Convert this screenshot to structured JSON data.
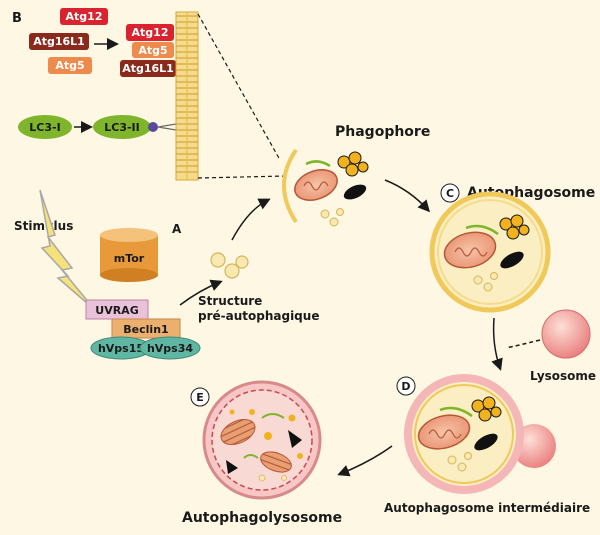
{
  "labels": {
    "b": "B",
    "a": "A",
    "c": "C",
    "d": "D",
    "e": "E",
    "stimulus": "Stimulus",
    "mtor": "mTor",
    "uvrag": "UVRAG",
    "beclin": "Beclin1",
    "hvps15": "hVps15",
    "hvps34": "hVps34",
    "structure1": "Structure",
    "structure2": "pré-autophagique",
    "phagophore": "Phagophore",
    "autophagosome": "Autophagosome",
    "lysosome": "Lysosome",
    "intermediaire": "Autophagosome intermédiaire",
    "autophagolysosome": "Autophagolysosome",
    "atg12_left": "Atg12",
    "atg16l1_left": "Atg16L1",
    "atg5_left": "Atg5",
    "atg12_right": "Atg12",
    "atg5_right": "Atg5",
    "atg16l1_right": "Atg16L1",
    "lc3i": "LC3-I",
    "lc3ii": "LC3-II"
  },
  "colors": {
    "background": "#fdf7e3",
    "atg12": "#d9232e",
    "atg16l1": "#8b2a1c",
    "atg5": "#ee8a4c",
    "lc3": "#7fb52b",
    "mtor": "#e89a3a",
    "uvrag": "#e9c1d8",
    "beclin": "#ecb06e",
    "hvps": "#5fb7a3",
    "lysosome": "#f39c9c",
    "vesicle": "#f8e9b0",
    "membrane": "#f0c95a"
  }
}
